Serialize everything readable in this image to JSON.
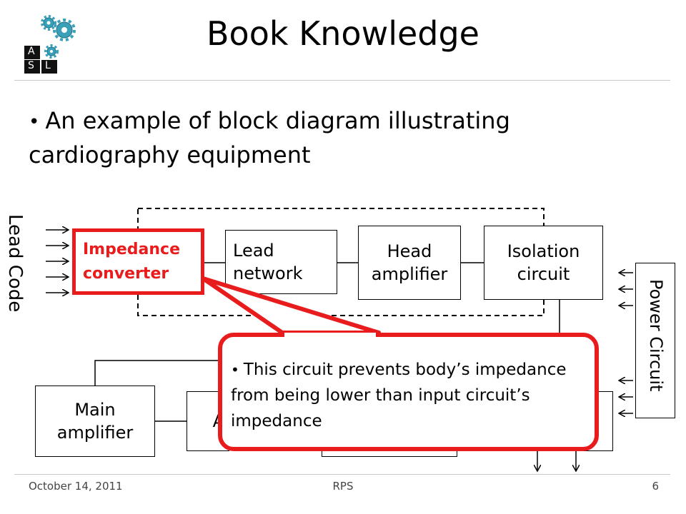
{
  "title": "Book Knowledge",
  "bullet": "An example of block diagram illustrating cardiography equipment",
  "logo": {
    "letters": [
      "A",
      "S",
      "L"
    ],
    "icon": "gears-icon"
  },
  "diagram": {
    "lead_code_label": "Lead Code",
    "power_label": "Power Circuit",
    "blocks": {
      "impedance": "Impedance converter",
      "lead_network": "Lead network",
      "head_amp": "Head amplifier",
      "isolation": "Isolation circuit",
      "main_amp": "Main amplifier",
      "partial_a": "A"
    },
    "callout_text": "This circuit prevents body’s impedance from being lower than input circuit’s impedance",
    "colors": {
      "highlight": "#e81c1c"
    }
  },
  "footer": {
    "date": "October 14, 2011",
    "center": "RPS",
    "page": "6"
  }
}
